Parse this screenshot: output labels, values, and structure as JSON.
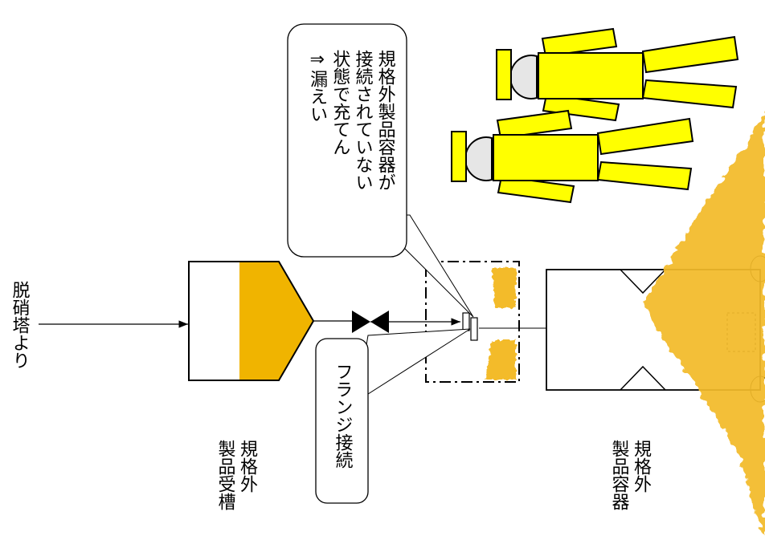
{
  "labels": {
    "source": "脱硝塔より",
    "tank": "規格外\n製品受槽",
    "container": "規格外\n製品容器",
    "flange": "フランジ接続",
    "callout": "規格外製品容器が\n接続されていない\n状態で充てん\n⇒漏えい"
  },
  "colors": {
    "product": "#f0b400",
    "spill": "#f3bb2c",
    "worker": "#ffff00",
    "line": "#000000"
  }
}
